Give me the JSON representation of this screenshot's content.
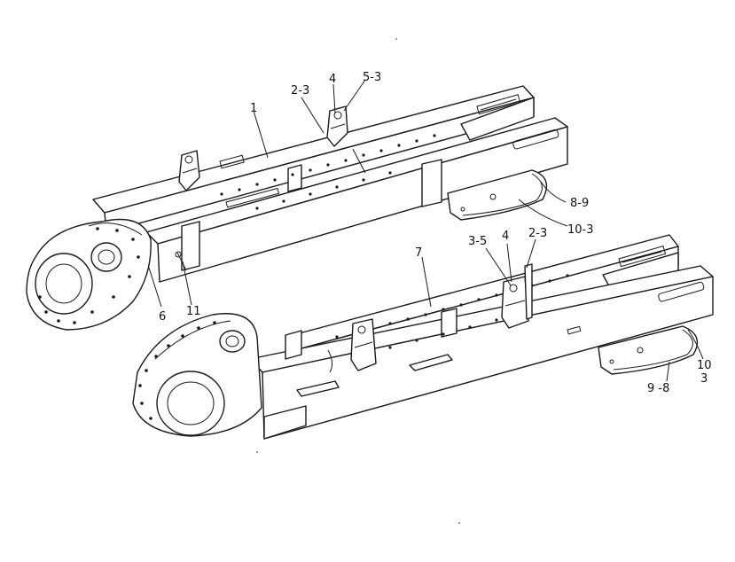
{
  "colors": {
    "ink": "#1a1a1a",
    "paper": "#ffffff"
  },
  "callouts": [
    {
      "id": "c-1",
      "text": "1"
    },
    {
      "id": "c-2-3-a",
      "text": "2-3"
    },
    {
      "id": "c-4-a",
      "text": "4"
    },
    {
      "id": "c-5-3",
      "text": "5-3"
    },
    {
      "id": "c-8-9",
      "text": "8-9"
    },
    {
      "id": "c-10-3",
      "text": "10-3"
    },
    {
      "id": "c-6",
      "text": "6"
    },
    {
      "id": "c-11",
      "text": "11"
    },
    {
      "id": "c-7",
      "text": "7"
    },
    {
      "id": "c-3-5",
      "text": "3-5"
    },
    {
      "id": "c-4-b",
      "text": "4"
    },
    {
      "id": "c-2-3-b",
      "text": "2-3"
    },
    {
      "id": "c-10",
      "text": "10"
    },
    {
      "id": "c-3",
      "text": "3"
    },
    {
      "id": "c-9-8",
      "text": "9 -8"
    }
  ]
}
